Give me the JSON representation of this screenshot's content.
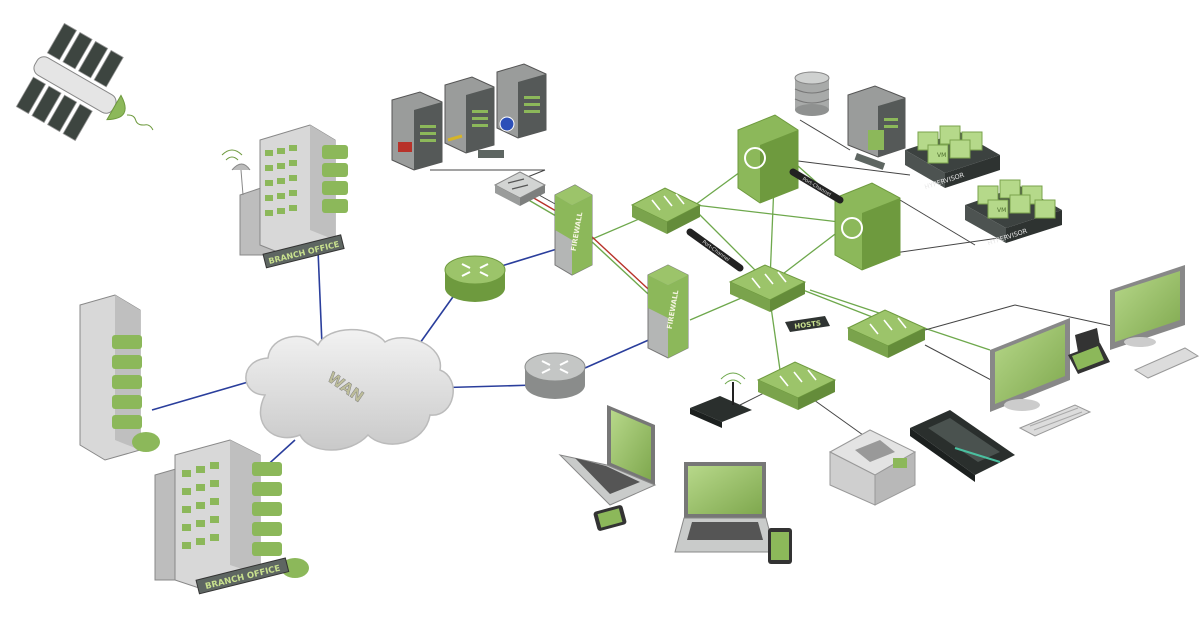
{
  "labels": {
    "wan": "WAN",
    "branch_office": "BRANCH OFFICE",
    "firewall": "FIREWALL",
    "port_channel": "Port-Channel",
    "hosts": "HOSTS",
    "hypervisor": "HYPERVISOR",
    "vm": "VM"
  },
  "colors": {
    "green": "#8cb85a",
    "green_dark": "#6e9a3e",
    "green_light": "#b5d98a",
    "gray": "#cfd1cf",
    "gray_dark": "#7d7f7e",
    "wan_link": "#2a3e9c",
    "lan_link": "#6ea84c",
    "firewall_red": "#b8322a",
    "screen": "#9ec46c"
  }
}
